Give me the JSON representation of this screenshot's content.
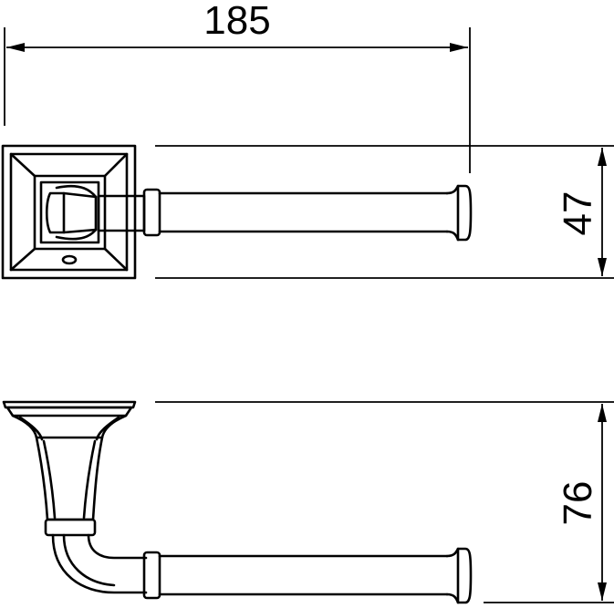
{
  "dimensions": {
    "width_label": "185",
    "height_top_label": "47",
    "height_bottom_label": "76"
  },
  "colors": {
    "line": "#000000",
    "background": "#ffffff"
  }
}
